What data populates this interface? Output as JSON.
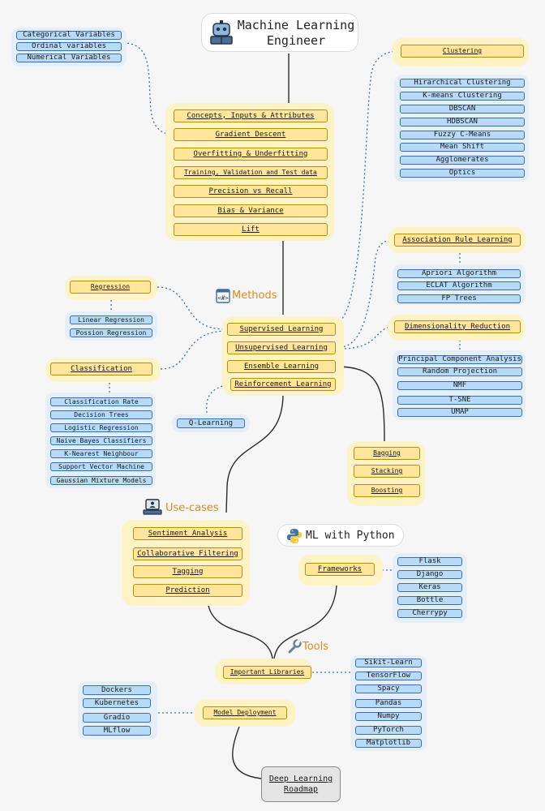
{
  "title": {
    "line1": "Machine Learning",
    "line2": "Engineer"
  },
  "variables": [
    "Categorical Variables",
    "Ordinal variables",
    "Numerical Variables"
  ],
  "concepts": [
    "Concepts, Inputs & Attributes",
    "Gradient Descent",
    "Overfitting & Underfitting",
    "Training, Validation and Test data",
    "Precision vs Recall",
    "Bias & Variance",
    "Lift"
  ],
  "clustering": {
    "label": "Clustering",
    "items": [
      "Hirarchical Clustering",
      "K-means Clustering",
      "DBSCAN",
      "HDBSCAN",
      "Fuzzy C-Means",
      "Mean Shift",
      "Agglomerates",
      "Optics"
    ]
  },
  "association": {
    "label": "Association Rule Learning",
    "items": [
      "Apriori Algorithm",
      "ECLAT Algorithm",
      "FP Trees"
    ]
  },
  "dimensionality": {
    "label": "Dimensionality Reduction",
    "items": [
      "Principal Component Analysis",
      "Random Projection",
      "NMF",
      "T-SNE",
      "UMAP"
    ]
  },
  "methods": {
    "heading": "Methods",
    "items": [
      "Supervised Learning",
      "Unsupervised Learning",
      "Ensemble Learning",
      "Reinforcement Learning"
    ]
  },
  "regression": {
    "label": "Regression",
    "items": [
      "Linear Regression",
      "Possion Regression"
    ]
  },
  "classification": {
    "label": "Classification",
    "items": [
      "Classification Rate",
      "Decision Trees",
      "Logistic Regression",
      "Naive Bayes Classifiers",
      "K-Nearest Neighbour",
      "Support Vector Machine",
      "Gaussian Mixture Models"
    ]
  },
  "reinforcement": {
    "items": [
      "Q-Learning"
    ]
  },
  "ensemble": {
    "items": [
      "Bagging",
      "Stacking",
      "Boosting"
    ]
  },
  "usecases": {
    "heading": "Use-cases",
    "items": [
      "Sentiment Analysis",
      "Collaborative Filtering",
      "Tagging",
      "Prediction"
    ]
  },
  "python": {
    "heading": "ML with Python"
  },
  "frameworks": {
    "label": "Frameworks",
    "items": [
      "Flask",
      "Django",
      "Keras",
      "Bottle",
      "Cherrypy"
    ]
  },
  "tools": {
    "heading": "Tools"
  },
  "libraries": {
    "label": "Important Libraries",
    "items": [
      "Sikit-Learn",
      "TensorFlow",
      "Spacy",
      "Pandas",
      "Numpy",
      "PyTorch",
      "Matplotlib"
    ]
  },
  "deployment": {
    "label": "Model Deployment",
    "items": [
      "Dockers",
      "Kubernetes",
      "Gradio",
      "MLflow"
    ]
  },
  "next": {
    "line1": "Deep Learning",
    "line2": "Roadmap"
  },
  "colors": {
    "topic_fill": "#ffe69a",
    "topic_border": "#b68e16",
    "leaf_fill": "#b8daf6",
    "leaf_border": "#3c6fa3",
    "heading": "#e08a1c",
    "halo": "#fef3c4"
  }
}
